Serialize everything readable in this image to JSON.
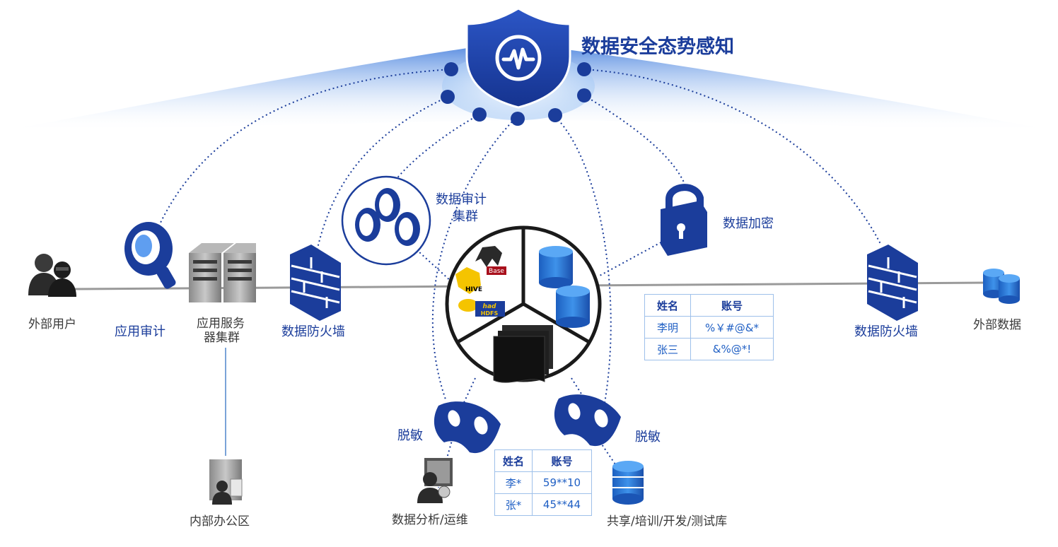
{
  "title": "数据安全态势感知",
  "nodes": {
    "external_users": "外部用户",
    "app_audit": "应用审计",
    "app_server_cluster_l1": "应用服务",
    "app_server_cluster_l2": "器集群",
    "firewall_left": "数据防火墙",
    "data_audit_cluster_l1": "数据审计",
    "data_audit_cluster_l2": "集群",
    "data_encryption": "数据加密",
    "firewall_right": "数据防火墙",
    "external_data": "外部数据",
    "internal_office": "内部办公区",
    "desensitize_left": "脱敏",
    "desensitize_right": "脱敏",
    "data_analysis_ops": "数据分析/运维",
    "shared_db": "共享/培训/开发/测试库"
  },
  "logos": {
    "hbase": "Base",
    "hive": "HIVE",
    "hadoop": "had",
    "hdfs": "HDFS"
  },
  "table_encrypted": {
    "headers": [
      "姓名",
      "账号"
    ],
    "rows": [
      [
        "李明",
        "%￥#@&*"
      ],
      [
        "张三",
        "&%@*!"
      ]
    ]
  },
  "table_masked": {
    "headers": [
      "姓名",
      "账号"
    ],
    "rows": [
      [
        "李*",
        "59**10"
      ],
      [
        "张*",
        "45**44"
      ]
    ]
  },
  "colors": {
    "primary": "#1b3d9b",
    "accent": "#2f7fe0",
    "line": "#9a9a9a",
    "table_border": "#9ec0ea"
  }
}
